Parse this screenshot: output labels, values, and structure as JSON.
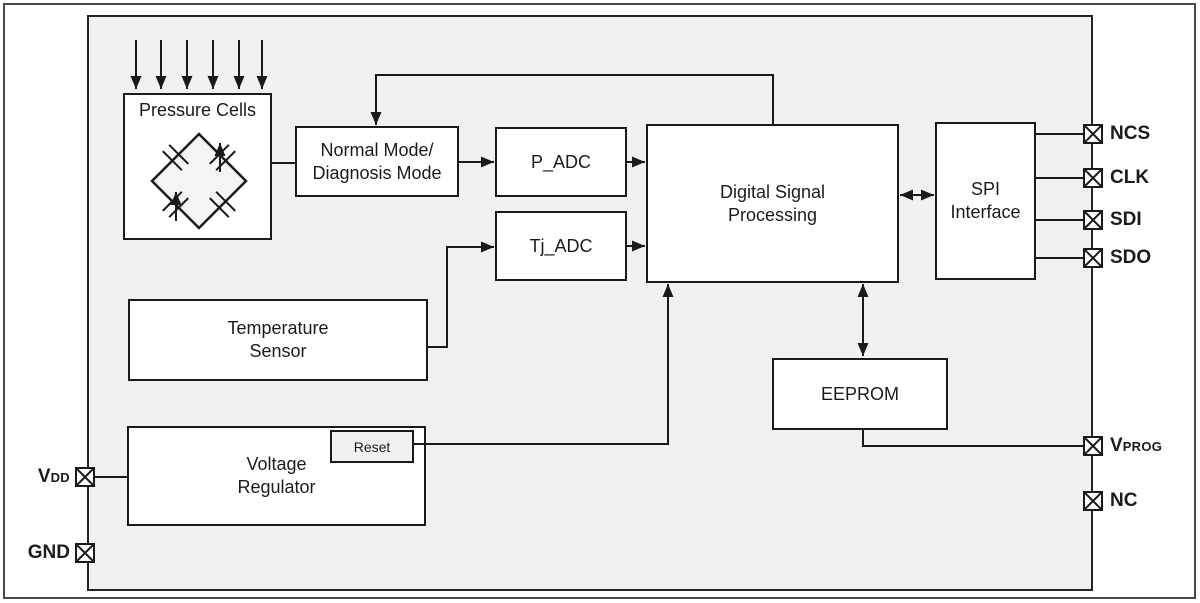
{
  "blocks": {
    "pressure_cells": {
      "label": "Pressure Cells"
    },
    "normal_mode": {
      "label": "Normal Mode/\nDiagnosis Mode"
    },
    "p_adc": {
      "label": "P_ADC"
    },
    "tj_adc": {
      "label": "Tj_ADC"
    },
    "dsp": {
      "label": "Digital Signal\nProcessing"
    },
    "spi": {
      "label": "SPI\nInterface"
    },
    "temp_sensor": {
      "label": "Temperature\nSensor"
    },
    "voltage_regulator": {
      "label": "Voltage\nRegulator"
    },
    "reset": {
      "label": "Reset"
    },
    "eeprom": {
      "label": "EEPROM"
    }
  },
  "pins": {
    "ncs": {
      "label": "NCS"
    },
    "clk": {
      "label": "CLK"
    },
    "sdi": {
      "label": "SDI"
    },
    "sdo": {
      "label": "SDO"
    },
    "vprog": {
      "main": "V",
      "sub": "PROG"
    },
    "nc": {
      "label": "NC"
    },
    "vdd": {
      "main": "V",
      "sub": "DD"
    },
    "gnd": {
      "label": "GND"
    }
  },
  "icons": {
    "bridge": "wheatstone-bridge-icon",
    "pad": "bond-pad-icon",
    "pressure_inputs": "pressure-input-arrows"
  },
  "colors": {
    "chip_fill": "#f1f1f2",
    "block_fill": "#ffffff",
    "line": "#1a1a1a",
    "frame_border": "#4a4a4a",
    "text": "#1b1b1d"
  }
}
